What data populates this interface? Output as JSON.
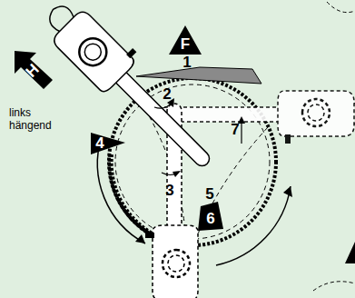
{
  "diagram": {
    "nodes": [
      {
        "text": [
          "F"
        ]
      },
      {
        "text": [
          "H"
        ]
      }
    ],
    "labels": [
      "1",
      "2",
      "3",
      "4",
      "5",
      "6",
      "7",
      "links hängend"
    ]
  }
}
